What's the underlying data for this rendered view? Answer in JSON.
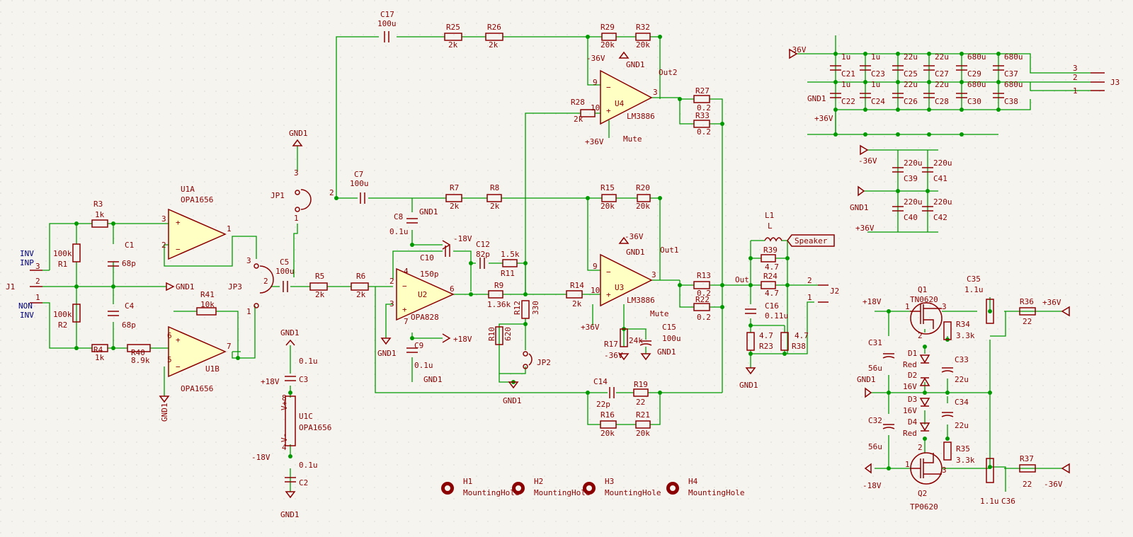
{
  "colors": {
    "background": "#f5f4ef",
    "wire": "#009a00",
    "component": "#8b0000",
    "body_fill": "#ffffc4",
    "net_label": "#00007a"
  },
  "opamps": [
    {
      "ref": "U1A",
      "value": "OPA1656"
    },
    {
      "ref": "U1B",
      "value": "OPA1656"
    },
    {
      "ref": "U1C",
      "value": "OPA1656"
    },
    {
      "ref": "U2",
      "value": "OPA828"
    },
    {
      "ref": "U3",
      "value": "LM3886"
    },
    {
      "ref": "U4",
      "value": "LM3886"
    }
  ],
  "resistors": [
    {
      "ref": "R1",
      "value": "100k"
    },
    {
      "ref": "R2",
      "value": "100k"
    },
    {
      "ref": "R3",
      "value": "1k"
    },
    {
      "ref": "R4",
      "value": "1k"
    },
    {
      "ref": "R40",
      "value": "8.9k"
    },
    {
      "ref": "R41",
      "value": "10k"
    },
    {
      "ref": "R5",
      "value": "2k"
    },
    {
      "ref": "R6",
      "value": "2k"
    },
    {
      "ref": "R7",
      "value": "2k"
    },
    {
      "ref": "R8",
      "value": "2k"
    },
    {
      "ref": "R9",
      "value": "1.36k"
    },
    {
      "ref": "R10",
      "value": "620"
    },
    {
      "ref": "R11",
      "value": "1.5k"
    },
    {
      "ref": "R12",
      "value": "330"
    },
    {
      "ref": "R14",
      "value": "2k"
    },
    {
      "ref": "R15",
      "value": "20k"
    },
    {
      "ref": "R20",
      "value": "20k"
    },
    {
      "ref": "R16",
      "value": "20k"
    },
    {
      "ref": "R21",
      "value": "20k"
    },
    {
      "ref": "R19",
      "value": "22"
    },
    {
      "ref": "R17",
      "value": "24k"
    },
    {
      "ref": "R13",
      "value": "0.2"
    },
    {
      "ref": "R22",
      "value": "0.2"
    },
    {
      "ref": "R25",
      "value": "2k"
    },
    {
      "ref": "R26",
      "value": "2k"
    },
    {
      "ref": "R28",
      "value": "2k"
    },
    {
      "ref": "R29",
      "value": "20k"
    },
    {
      "ref": "R32",
      "value": "20k"
    },
    {
      "ref": "R27",
      "value": "0.2"
    },
    {
      "ref": "R33",
      "value": "0.2"
    },
    {
      "ref": "R39",
      "value": "4.7"
    },
    {
      "ref": "R24",
      "value": "4.7"
    },
    {
      "ref": "R23",
      "value": "4.7"
    },
    {
      "ref": "R38",
      "value": "4.7"
    },
    {
      "ref": "R34",
      "value": "3.3k"
    },
    {
      "ref": "R35",
      "value": "3.3k"
    },
    {
      "ref": "R36",
      "value": "22"
    },
    {
      "ref": "R37",
      "value": "22"
    }
  ],
  "capacitors": [
    {
      "ref": "C1",
      "value": "68p"
    },
    {
      "ref": "C4",
      "value": "68p"
    },
    {
      "ref": "C5",
      "value": "100u"
    },
    {
      "ref": "C7",
      "value": "100u"
    },
    {
      "ref": "C17",
      "value": "100u"
    },
    {
      "ref": "C8",
      "value": "0.1u"
    },
    {
      "ref": "C9",
      "value": "0.1u"
    },
    {
      "ref": "C10",
      "value": "150p"
    },
    {
      "ref": "C12",
      "value": "82p"
    },
    {
      "ref": "C14",
      "value": "22p"
    },
    {
      "ref": "C15",
      "value": "100u"
    },
    {
      "ref": "C16",
      "value": "0.11u"
    },
    {
      "ref": "C3",
      "value": "0.1u"
    },
    {
      "ref": "C2",
      "value": "0.1u"
    },
    {
      "ref": "C35",
      "value": "1.1u"
    },
    {
      "ref": "C36",
      "value": "1.1u"
    },
    {
      "ref": "C33",
      "value": "22u"
    },
    {
      "ref": "C34",
      "value": "22u"
    },
    {
      "ref": "C31",
      "value": "56u"
    },
    {
      "ref": "C32",
      "value": "56u"
    }
  ],
  "bank": [
    {
      "top": "C21",
      "bot": "C22",
      "value": "1u"
    },
    {
      "top": "C23",
      "bot": "C24",
      "value": "1u"
    },
    {
      "top": "C25",
      "bot": "C26",
      "value": "22u"
    },
    {
      "top": "C27",
      "bot": "C28",
      "value": "22u"
    },
    {
      "top": "C29",
      "bot": "C30",
      "value": "680u"
    },
    {
      "top": "C37",
      "bot": "C38",
      "value": "680u"
    }
  ],
  "bank2": [
    {
      "top": "C39",
      "bot": "C40",
      "value": "220u"
    },
    {
      "top": "C41",
      "bot": "C42",
      "value": "220u"
    }
  ],
  "diodes": [
    {
      "ref": "D1",
      "value": "Red"
    },
    {
      "ref": "D2",
      "value": "16V"
    },
    {
      "ref": "D3",
      "value": "16V"
    },
    {
      "ref": "D4",
      "value": "Red"
    }
  ],
  "transistors": [
    {
      "ref": "Q1",
      "value": "TN0620"
    },
    {
      "ref": "Q2",
      "value": "TP0620"
    }
  ],
  "inductor": {
    "ref": "L1",
    "value": "L"
  },
  "connectors": [
    {
      "ref": "J1"
    },
    {
      "ref": "J2"
    },
    {
      "ref": "J3"
    }
  ],
  "jumpers": [
    {
      "ref": "JP1"
    },
    {
      "ref": "JP2"
    },
    {
      "ref": "JP3"
    }
  ],
  "holes": [
    {
      "ref": "H1",
      "value": "MountingHole"
    },
    {
      "ref": "H2",
      "value": "MountingHole"
    },
    {
      "ref": "H3",
      "value": "MountingHole"
    },
    {
      "ref": "H4",
      "value": "MountingHole"
    }
  ],
  "nets": {
    "gnd": "GND1",
    "p18": "+18V",
    "m18": "-18V",
    "p36": "+36V",
    "m36": "-36V",
    "out1": "Out1",
    "out2": "Out2",
    "out": "Out",
    "mute": "Mute",
    "speaker": "Speaker",
    "inv": "INV",
    "inp": "INP",
    "non": "NON",
    "inv2": "INV",
    "vplus": "V+",
    "vminus": "V-"
  },
  "pins": {
    "p1": "1",
    "p2": "2",
    "p3": "3",
    "p4": "4",
    "p5": "5",
    "p6": "6",
    "p7": "7",
    "p8": "8",
    "p9": "9",
    "p10": "10"
  }
}
